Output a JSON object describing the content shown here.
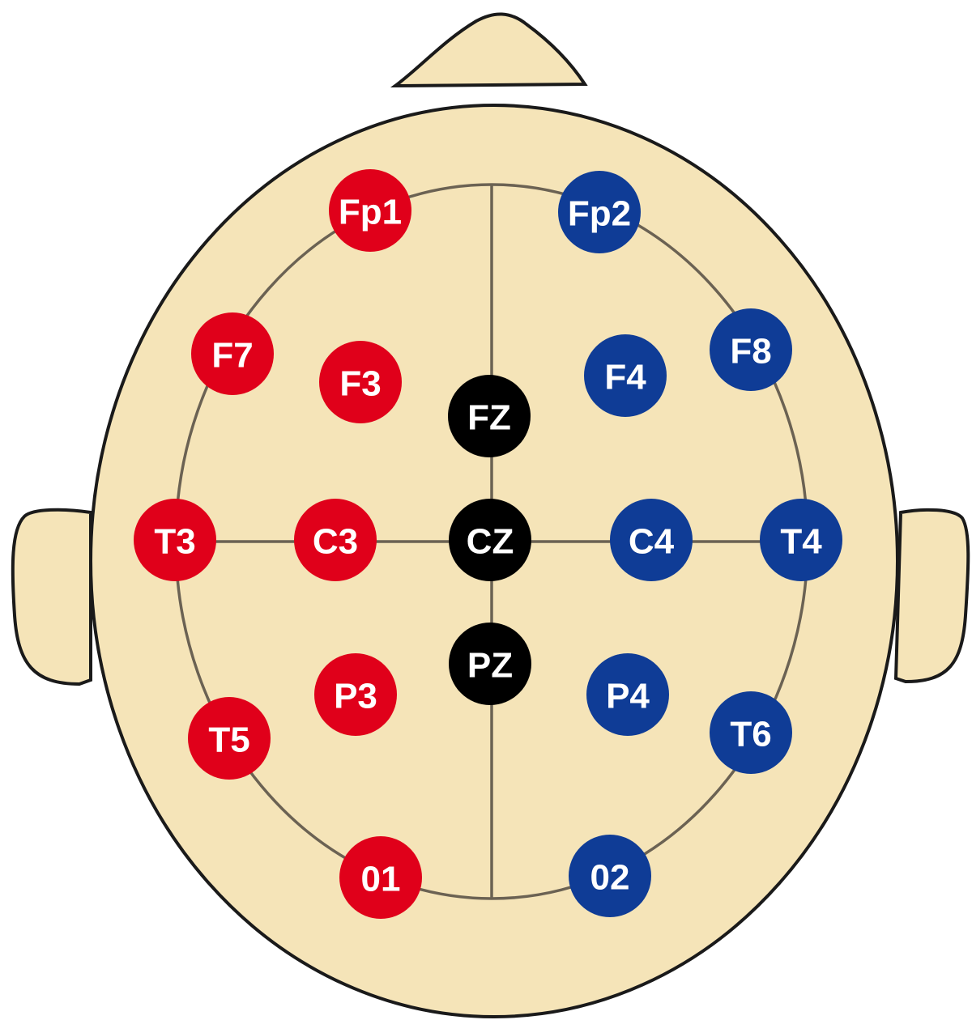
{
  "diagram": {
    "colors": {
      "skin": "#f5e4b8",
      "outline": "#1a1a1a",
      "guide_line": "#6b6253",
      "left_hemisphere": "#e0001a",
      "right_hemisphere": "#0f3c96",
      "midline": "#000000",
      "label": "#ffffff"
    },
    "electrodes": [
      {
        "id": "fp1",
        "label": "Fp1",
        "group": "left"
      },
      {
        "id": "fp2",
        "label": "Fp2",
        "group": "right"
      },
      {
        "id": "f7",
        "label": "F7",
        "group": "left"
      },
      {
        "id": "f3",
        "label": "F3",
        "group": "left"
      },
      {
        "id": "fz",
        "label": "FZ",
        "group": "midline"
      },
      {
        "id": "f4",
        "label": "F4",
        "group": "right"
      },
      {
        "id": "f8",
        "label": "F8",
        "group": "right"
      },
      {
        "id": "t3",
        "label": "T3",
        "group": "left"
      },
      {
        "id": "c3",
        "label": "C3",
        "group": "left"
      },
      {
        "id": "cz",
        "label": "CZ",
        "group": "midline"
      },
      {
        "id": "c4",
        "label": "C4",
        "group": "right"
      },
      {
        "id": "t4",
        "label": "T4",
        "group": "right"
      },
      {
        "id": "pz",
        "label": "PZ",
        "group": "midline"
      },
      {
        "id": "p3",
        "label": "P3",
        "group": "left"
      },
      {
        "id": "p4",
        "label": "P4",
        "group": "right"
      },
      {
        "id": "t5",
        "label": "T5",
        "group": "left"
      },
      {
        "id": "t6",
        "label": "T6",
        "group": "right"
      },
      {
        "id": "o1",
        "label": "01",
        "group": "left"
      },
      {
        "id": "o2",
        "label": "02",
        "group": "right"
      }
    ]
  }
}
